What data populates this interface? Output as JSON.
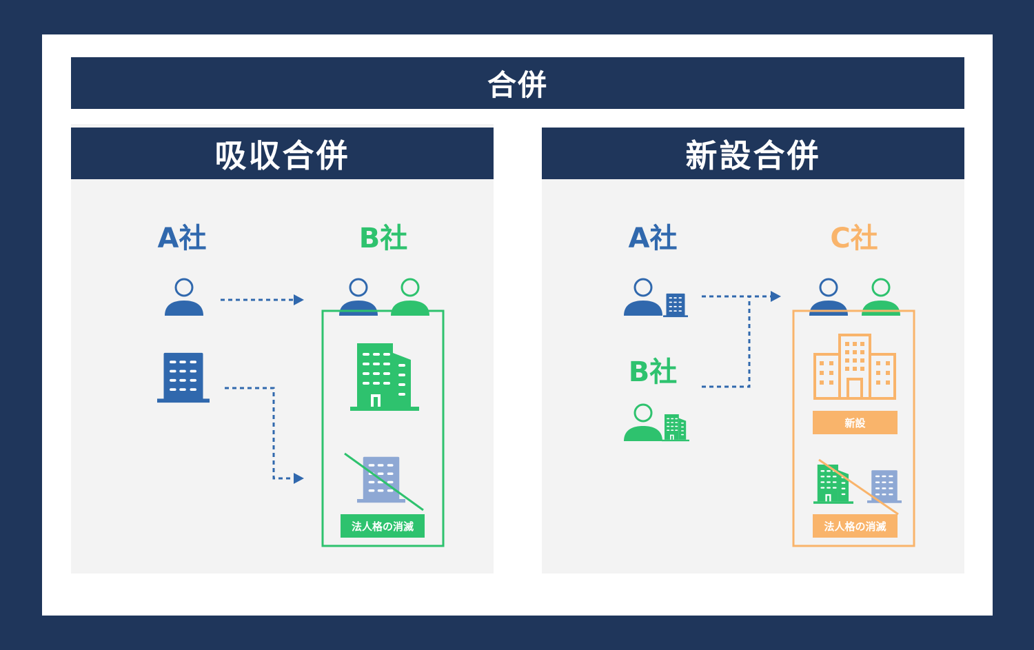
{
  "title": "合併",
  "colors": {
    "navy": "#1f365b",
    "blue": "#3068ad",
    "green": "#2ec26e",
    "orange": "#f9b46b",
    "pale_blue": "#8ea8d4",
    "panel_bg": "#f3f3f3"
  },
  "absorption": {
    "title": "吸収合併",
    "company_a": "A社",
    "company_b": "B社",
    "dissolved_tag": "法人格の消滅"
  },
  "consolidation": {
    "title": "新設合併",
    "company_a": "A社",
    "company_b": "B社",
    "company_c": "C社",
    "new_tag": "新設",
    "dissolved_tag": "法人格の消滅"
  },
  "icons": [
    "person-icon",
    "building-icon",
    "building-large-icon",
    "arrow-icon",
    "strike-line"
  ]
}
